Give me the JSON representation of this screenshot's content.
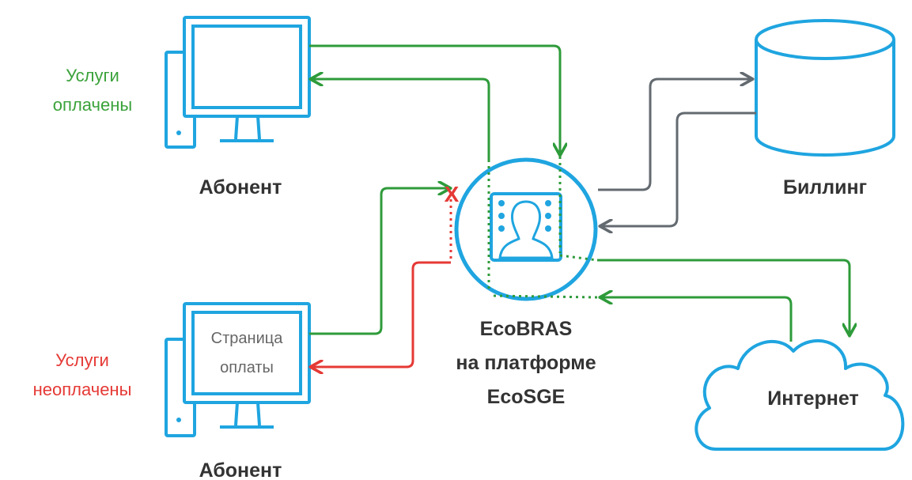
{
  "labels": {
    "paid_status": [
      "Услуги",
      "оплачены"
    ],
    "unpaid_status": [
      "Услуги",
      "неоплачены"
    ],
    "subscriber_top": "Абонент",
    "subscriber_bottom": "Абонент",
    "payment_page": [
      "Страница",
      "оплаты"
    ],
    "billing": "Биллинг",
    "gateway": [
      "EcoBRAS",
      "на платформе",
      "EcoSGE"
    ],
    "internet": "Интернет",
    "blocked_mark": "X"
  },
  "colors": {
    "device_blue": "#1FA5E0",
    "flow_green": "#2E9B3A",
    "flow_red": "#E53935",
    "billing_gray": "#636A70",
    "text_dark": "#333333",
    "text_green": "#3AA23A",
    "text_red": "#E53935",
    "text_gray": "#666666"
  },
  "icons": {
    "top_computer": "desktop-computer-icon",
    "bottom_computer": "desktop-computer-icon",
    "billing_db": "database-icon",
    "gateway": "user-profile-icon",
    "internet": "cloud-icon"
  }
}
